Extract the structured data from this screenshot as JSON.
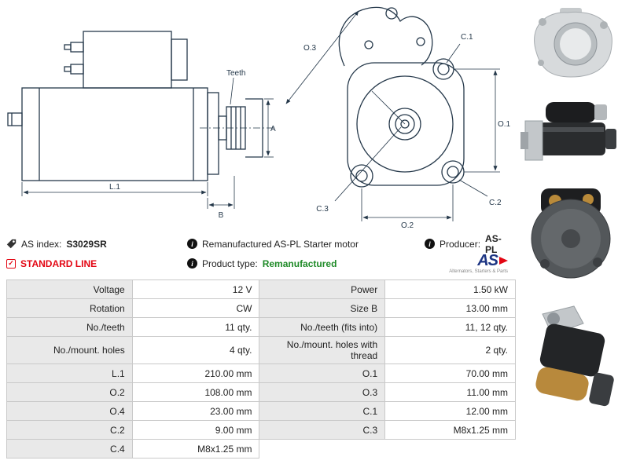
{
  "info_bar": {
    "as_index_label": "AS index:",
    "as_index_value": "S3029SR",
    "standard_line_label": "STANDARD LINE",
    "remanufactured_note": "Remanufactured AS-PL Starter motor",
    "product_type_label": "Product type:",
    "product_type_value": "Remanufactured",
    "producer_label": "Producer:",
    "producer_value": "AS-PL",
    "logo": {
      "text": "AS",
      "subtext": "Alternators, Starters & Parts"
    }
  },
  "drawings": {
    "side_view": {
      "teeth": "Teeth",
      "a": "A",
      "l1": "L.1",
      "b": "B"
    },
    "front_view": {
      "o1": "O.1",
      "o2": "O.2",
      "o3": "O.3",
      "c1": "C.1",
      "c2": "C.2",
      "c3": "C.3"
    }
  },
  "spec_table": {
    "rows": [
      {
        "label1": "Voltage",
        "value1": "12 V",
        "label2": "Power",
        "value2": "1.50 kW"
      },
      {
        "label1": "Rotation",
        "value1": "CW",
        "label2": "Size B",
        "value2": "13.00 mm"
      },
      {
        "label1": "No./teeth",
        "value1": "11 qty.",
        "label2": "No./teeth (fits into)",
        "value2": "11, 12 qty."
      },
      {
        "label1": "No./mount. holes",
        "value1": "4 qty.",
        "label2": "No./mount. holes with thread",
        "value2": "2 qty."
      },
      {
        "label1": "L.1",
        "value1": "210.00 mm",
        "label2": "O.1",
        "value2": "70.00 mm"
      },
      {
        "label1": "O.2",
        "value1": "108.00 mm",
        "label2": "O.3",
        "value2": "11.00 mm"
      },
      {
        "label1": "O.4",
        "value1": "23.00 mm",
        "label2": "C.1",
        "value2": "12.00 mm"
      },
      {
        "label1": "C.2",
        "value1": "9.00 mm",
        "label2": "C.3",
        "value2": "M8x1.25 mm"
      },
      {
        "label1": "C.4",
        "value1": "M8x1.25 mm",
        "label2": "",
        "value2": ""
      }
    ]
  },
  "colors": {
    "accent_red": "#e30613",
    "accent_green": "#1e8a27",
    "logo_blue": "#1d3583",
    "drawing_line": "#25384a",
    "table_label_bg": "#e9e9e9",
    "table_border": "#c9c9c9"
  }
}
